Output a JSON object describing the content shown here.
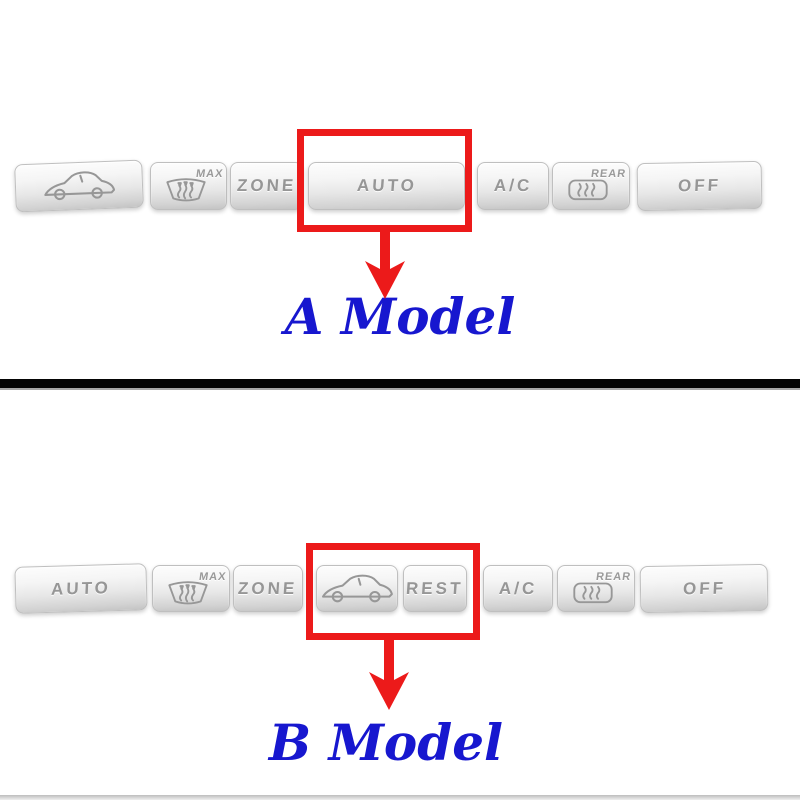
{
  "colors": {
    "highlight_red": "#ec1a1a",
    "label_blue": "#1717cf",
    "button_text_gray": "#969696",
    "divider_black": "#050505",
    "button_silver": "#d9d9d9"
  },
  "sections": [
    {
      "id": "model-a",
      "label": "A Model",
      "buttons": [
        {
          "icon": "car-recirculation-icon"
        },
        {
          "icon": "windshield-defrost-icon",
          "sup": "MAX"
        },
        {
          "label": "ZONE"
        },
        {
          "label": "AUTO",
          "highlighted": true
        },
        {
          "label": "A/C"
        },
        {
          "icon": "rear-defrost-icon",
          "sup": "REAR"
        },
        {
          "label": "OFF"
        }
      ]
    },
    {
      "id": "model-b",
      "label": "B Model",
      "buttons": [
        {
          "label": "AUTO"
        },
        {
          "icon": "windshield-defrost-icon",
          "sup": "MAX"
        },
        {
          "label": "ZONE"
        },
        {
          "icon": "car-recirculation-icon",
          "highlighted": true
        },
        {
          "label": "REST",
          "highlighted": true
        },
        {
          "label": "A/C"
        },
        {
          "icon": "rear-defrost-icon",
          "sup": "REAR"
        },
        {
          "label": "OFF"
        }
      ]
    }
  ]
}
